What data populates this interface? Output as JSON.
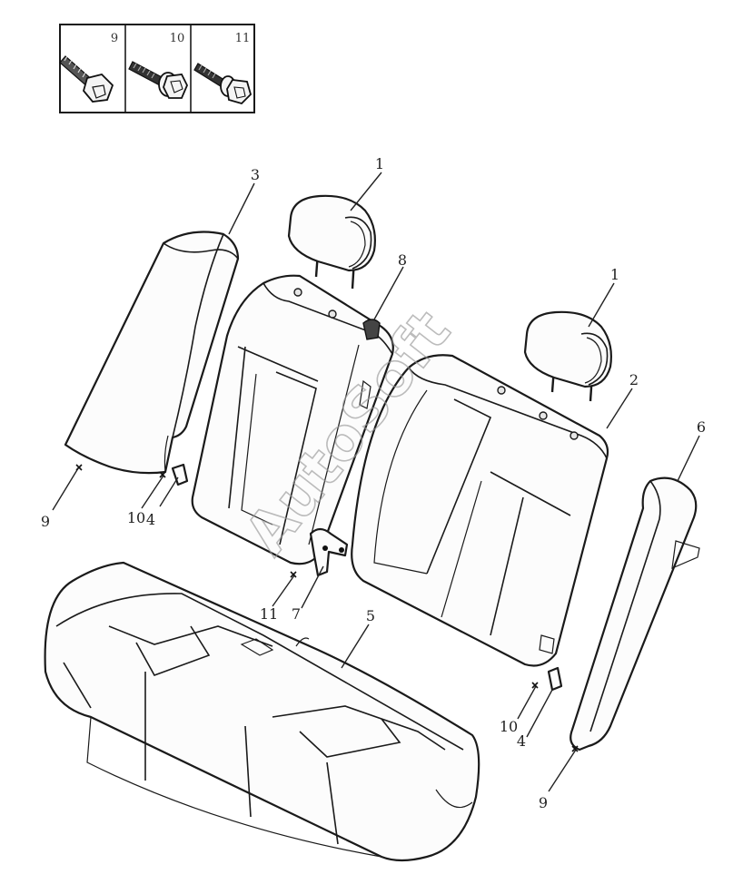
{
  "fastener_box": {
    "labels": [
      "9",
      "10",
      "11"
    ]
  },
  "callouts": {
    "headrest_left": "1",
    "headrest_right": "1",
    "backrest_right": "2",
    "bolster_left": "3",
    "bracket_left": "4",
    "bracket_right": "4",
    "cushion": "5",
    "bolster_right": "6",
    "hinge_center": "7",
    "latch": "8",
    "bolt_left": "9",
    "bolt_right": "9",
    "bolt10_left": "10",
    "bolt10_right": "10",
    "bolt11_center": "11"
  },
  "watermark": "AutoSoft"
}
